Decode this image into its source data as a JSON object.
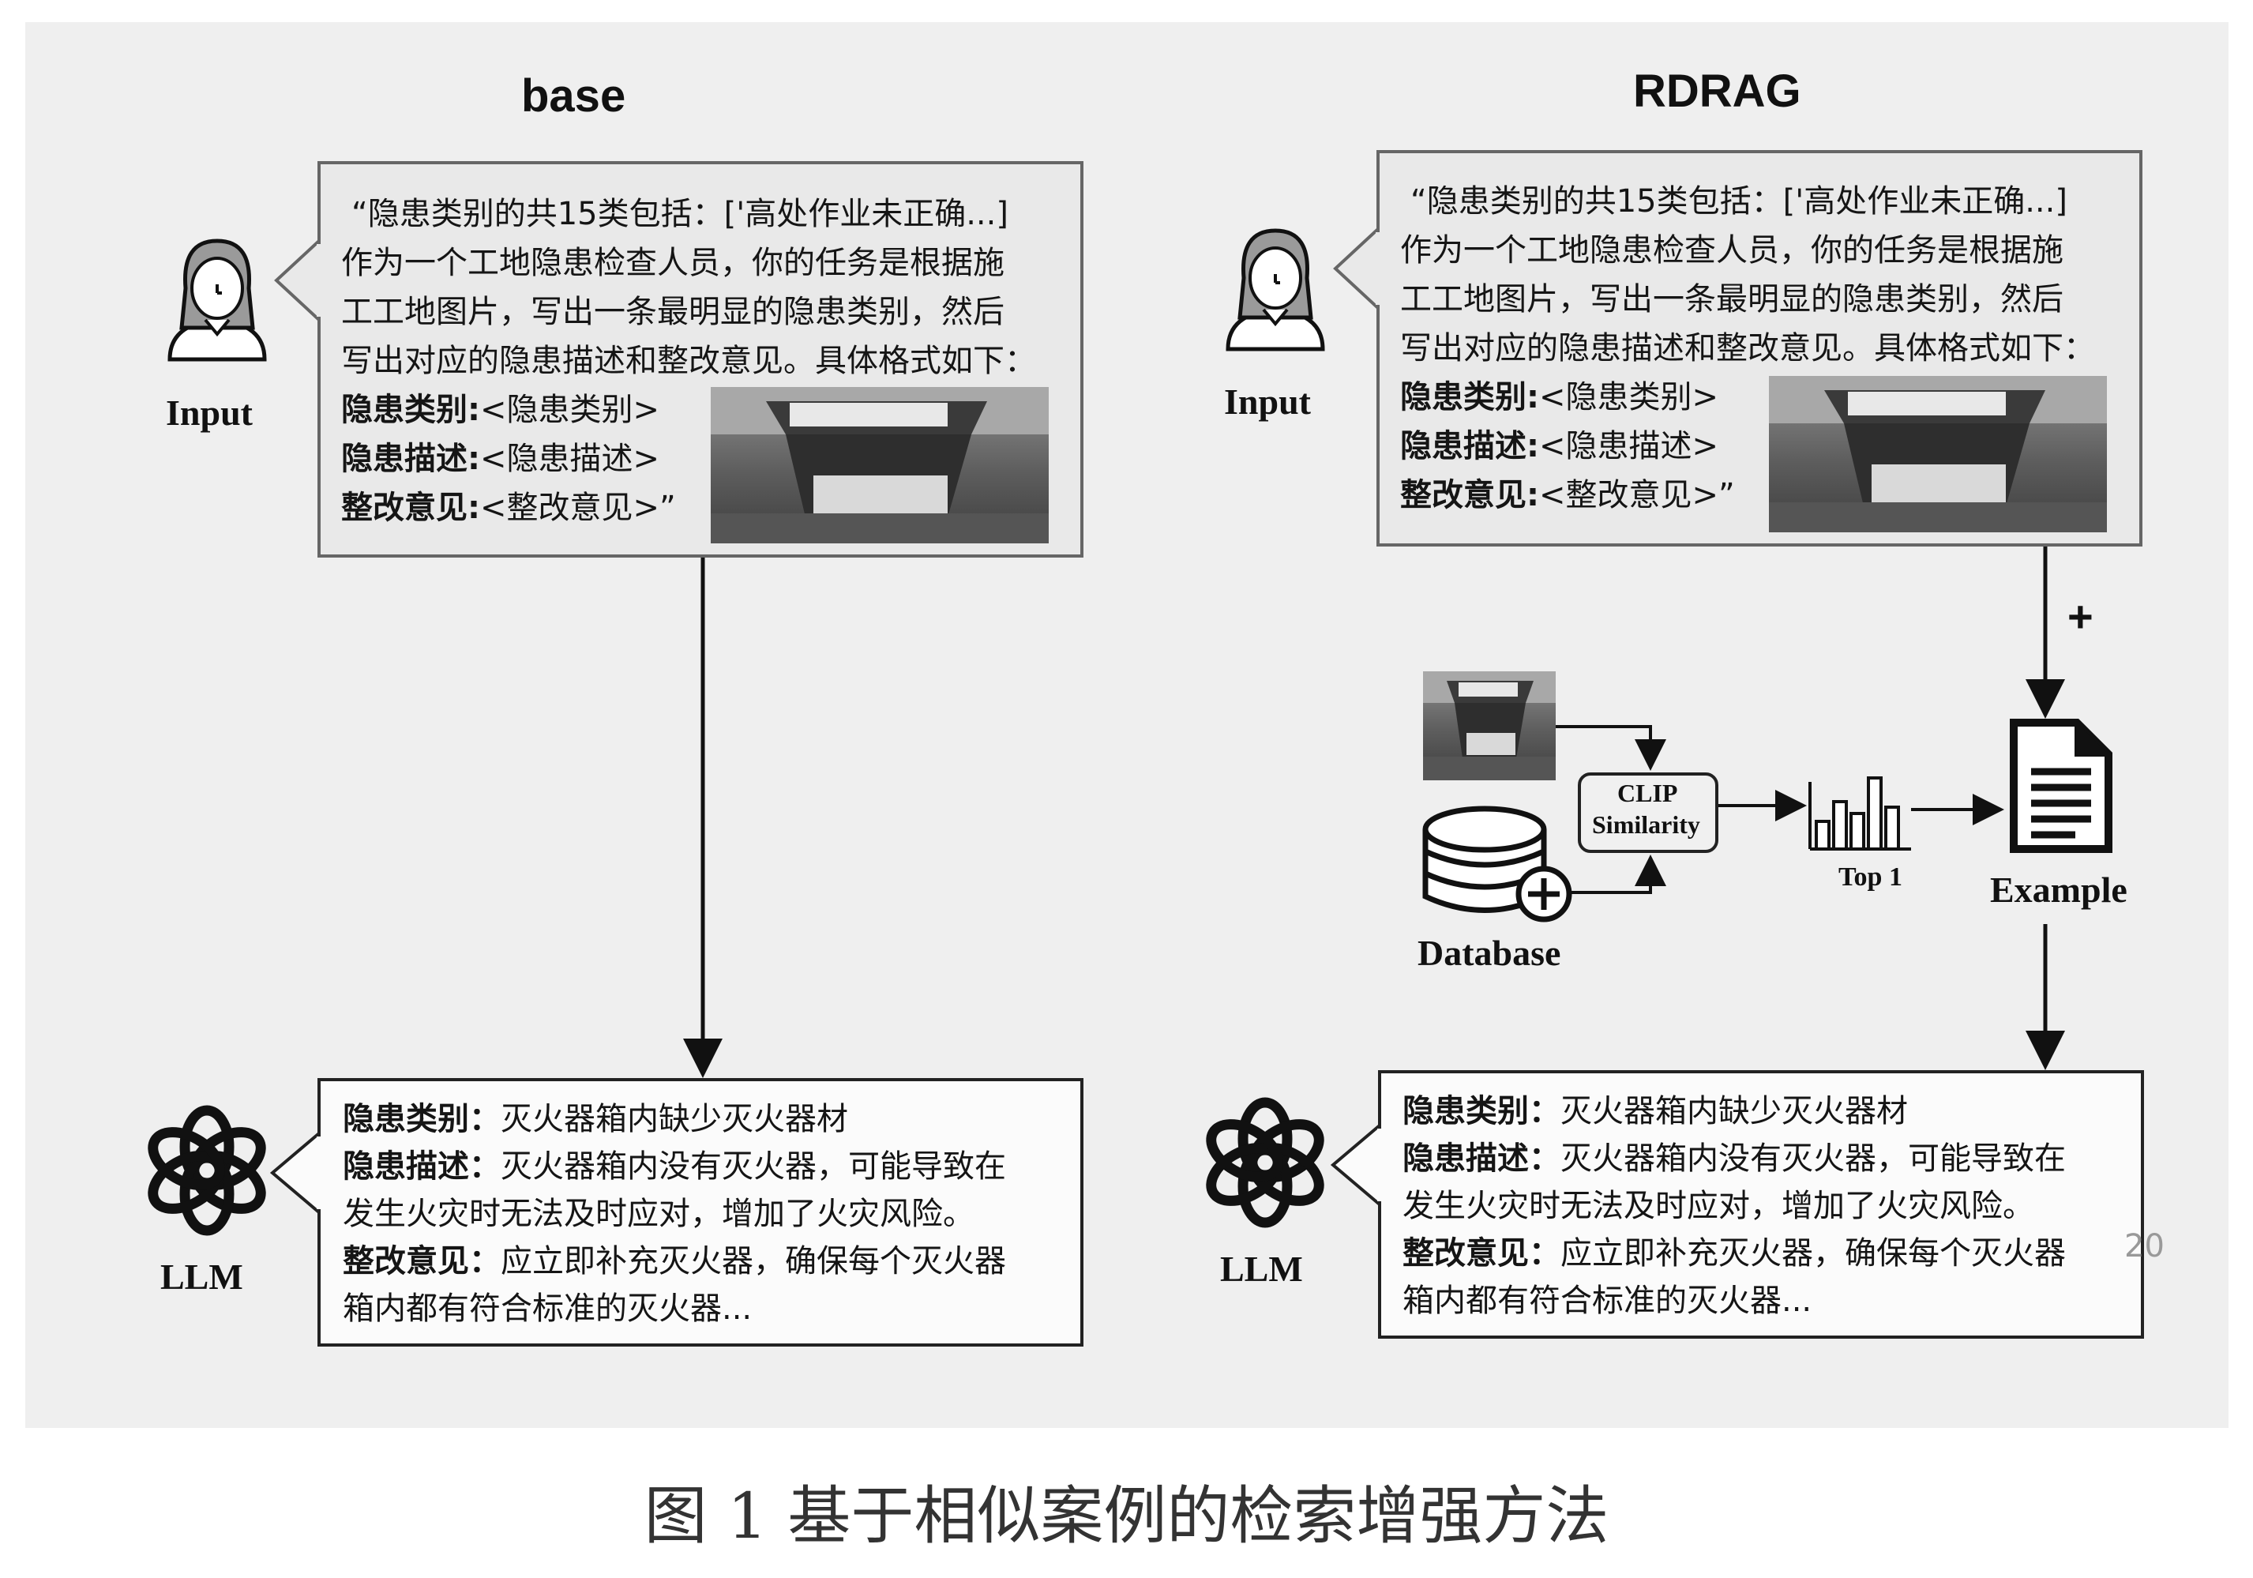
{
  "titles": {
    "base": "base",
    "rdrag": "RDRAG"
  },
  "prompt": {
    "lines": [
      "“隐患类别的共15类包括：['高处作业未正确...]",
      "作为一个工地隐患检查人员，你的任务是根据施",
      "工工地图片，写出一条最明显的隐患类别，然后",
      "写出对应的隐患描述和整改意见。具体格式如下："
    ],
    "field1_key": "隐患类别:",
    "field1_val": "<隐患类别>",
    "field2_key": "隐患描述:",
    "field2_val": "<隐患描述>",
    "field3_key": "整改意见:",
    "field3_val": "<整改意见>”"
  },
  "response": {
    "k1": "隐患类别：",
    "v1": "灭火器箱内缺少灭火器材",
    "k2": "隐患描述：",
    "v2": "灭火器箱内没有灭火器，可能导致在",
    "l3": "发生火灾时无法及时应对，增加了火灾风险。",
    "k4": "整改意见：",
    "v4": "应立即补充灭火器，确保每个灭火器",
    "l5": "箱内都有符合标准的灭火器..."
  },
  "labels": {
    "input": "Input",
    "llm": "LLM",
    "database": "Database",
    "clip_line1": "CLIP",
    "clip_line2": "Similarity",
    "top1": "Top 1",
    "example": "Example",
    "plus": "+"
  },
  "page_number": "20",
  "caption": "图  1 基于相似案例的检索增强方法",
  "icons": [
    "user-icon",
    "openai-llm-icon",
    "database-icon",
    "bar-chart-icon",
    "document-icon"
  ]
}
